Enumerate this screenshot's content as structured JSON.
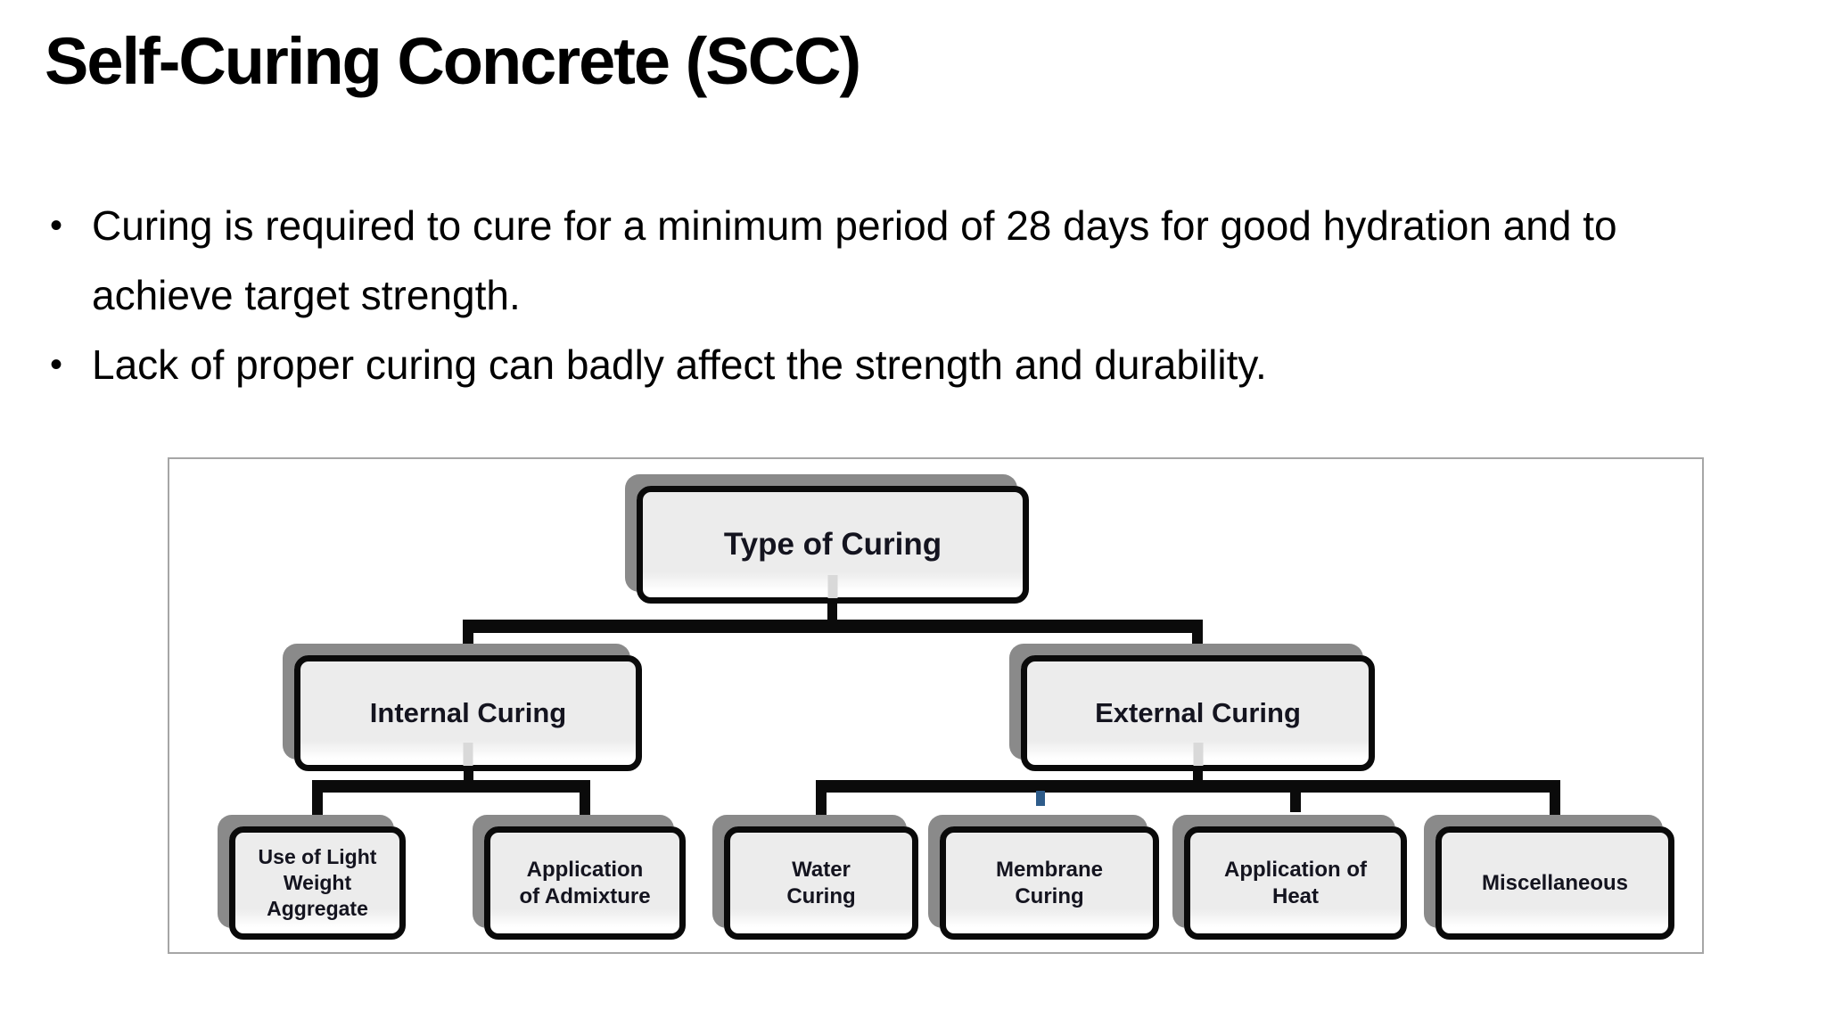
{
  "slide": {
    "title": "Self-Curing Concrete (SCC)",
    "bullet_char": "•",
    "bullets": [
      {
        "text": "Curing is required to cure for a minimum period of 28 days for good hydration and to achieve target strength."
      },
      {
        "text": "Lack of proper curing can badly affect the strength and durability."
      }
    ],
    "diagram": {
      "type": "tree",
      "root": {
        "label": "Type of Curing",
        "children": [
          "Internal Curing",
          "External Curing"
        ]
      },
      "level2": [
        {
          "label": "Internal Curing",
          "children": [
            "Use of Light Weight Aggregate",
            "Application of Admixture"
          ]
        },
        {
          "label": "External Curing",
          "children": [
            "Water Curing",
            "Membrane Curing",
            "Application of Heat",
            "Miscellaneous"
          ]
        }
      ],
      "level3": [
        {
          "label": "Use of Light Weight Aggregate"
        },
        {
          "label": "Application of Admixture"
        },
        {
          "label": "Water Curing"
        },
        {
          "label": "Membrane Curing"
        },
        {
          "label": "Application of Heat"
        },
        {
          "label": "Miscellaneous"
        }
      ],
      "colors": {
        "box_border": "#0a0a0a",
        "box_fill": "#ececec",
        "box_shadow": "#8a8a8a",
        "connector": "#0b0b0b",
        "accent_tick": "#2e5c8a",
        "frame_border": "#a6a6a6"
      }
    }
  }
}
